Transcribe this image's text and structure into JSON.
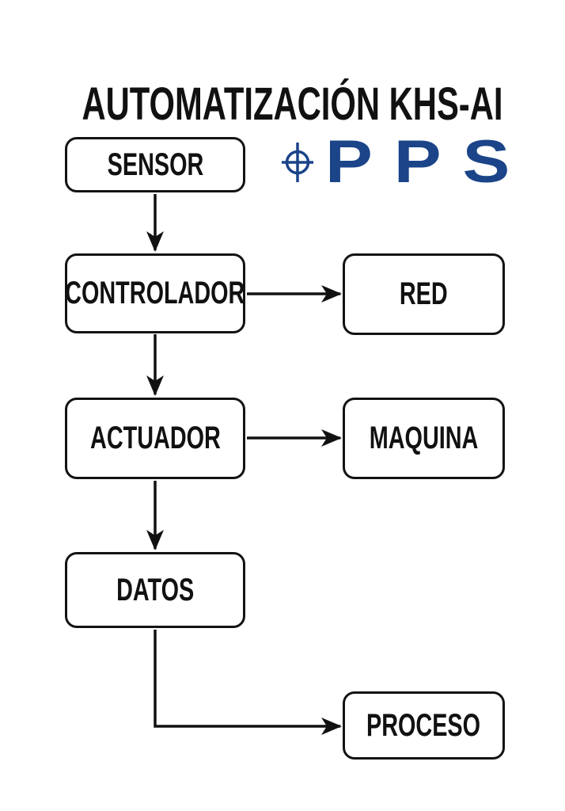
{
  "page": {
    "background": "#ffffff"
  },
  "title": "AUTOMATIZACIÓN KHS-AI",
  "logo": {
    "text": "PPS",
    "color": "#1b4489",
    "icon": "crosshair-registration-mark"
  },
  "diagram": {
    "type": "flowchart",
    "colors": {
      "box_border": "#131313",
      "line": "#111111",
      "text": "#111111",
      "box_fill": "#ffffff"
    },
    "nodes": {
      "sensor": {
        "label": "SENSOR"
      },
      "controlador": {
        "label": "CONTROLADOR"
      },
      "red": {
        "label": "RED"
      },
      "actuador": {
        "label": "ACTUADOR"
      },
      "maquina": {
        "label": "MAQUINA"
      },
      "datos": {
        "label": "DATOS"
      },
      "proceso": {
        "label": "PROCESO"
      }
    },
    "edges": [
      {
        "from": "SENSOR",
        "to": "CONTROLADOR",
        "direction": "down"
      },
      {
        "from": "CONTROLADOR",
        "to": "RED",
        "direction": "right"
      },
      {
        "from": "CONTROLADOR",
        "to": "ACTUADOR",
        "direction": "down"
      },
      {
        "from": "ACTUADOR",
        "to": "MAQUINA",
        "direction": "right"
      },
      {
        "from": "ACTUADOR",
        "to": "DATOS",
        "direction": "down"
      },
      {
        "from": "DATOS",
        "to": "PROCESO",
        "direction": "down-then-right"
      }
    ]
  }
}
